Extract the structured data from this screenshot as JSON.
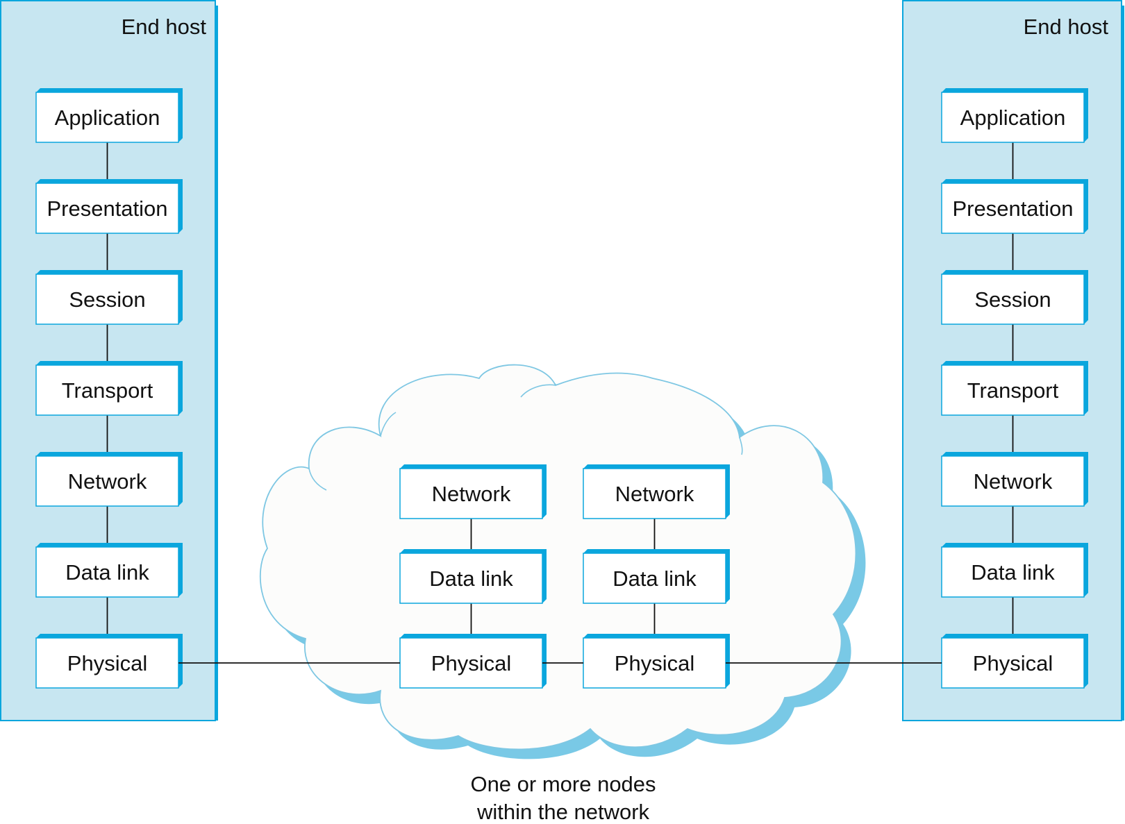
{
  "colors": {
    "host_fill": "#c7e6f1",
    "host_edge": "#0aa6dd",
    "box_fill": "#ffffff",
    "box_shadow": "#0aa6dd",
    "cloud_fill": "#fcfcfb",
    "cloud_outline": "#7ec7e3",
    "cloud_shadow": "#79c9e6",
    "link_line": "#111111"
  },
  "left_host": {
    "title": "End host",
    "layers": [
      "Application",
      "Presentation",
      "Session",
      "Transport",
      "Network",
      "Data link",
      "Physical"
    ]
  },
  "right_host": {
    "title": "End host",
    "layers": [
      "Application",
      "Presentation",
      "Session",
      "Transport",
      "Network",
      "Data link",
      "Physical"
    ]
  },
  "network_nodes": [
    {
      "layers": [
        "Network",
        "Data link",
        "Physical"
      ]
    },
    {
      "layers": [
        "Network",
        "Data link",
        "Physical"
      ]
    }
  ],
  "caption": {
    "line1": "One or more nodes",
    "line2": "within the network"
  }
}
